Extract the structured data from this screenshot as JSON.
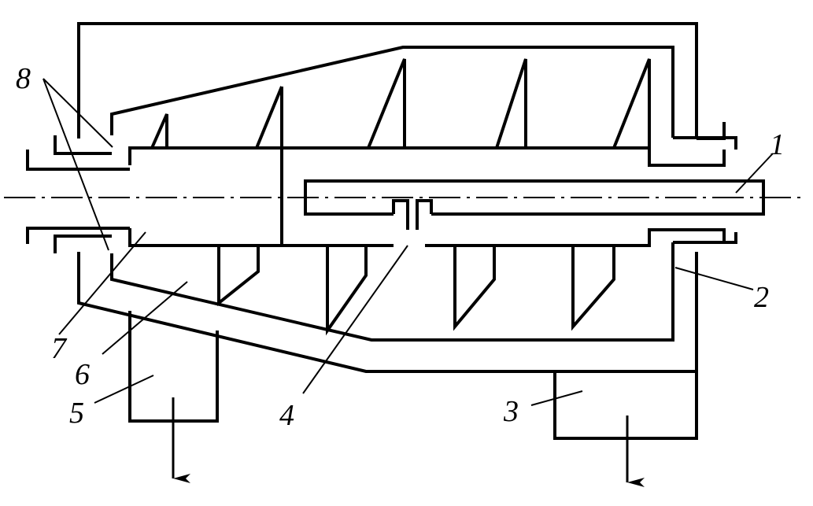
{
  "diagram": {
    "stroke_color": "#000000",
    "background": "#ffffff",
    "labels": [
      {
        "id": "1",
        "text": "1"
      },
      {
        "id": "2",
        "text": "2"
      },
      {
        "id": "3",
        "text": "3"
      },
      {
        "id": "4",
        "text": "4"
      },
      {
        "id": "5",
        "text": "5"
      },
      {
        "id": "6",
        "text": "6"
      },
      {
        "id": "7",
        "text": "7"
      },
      {
        "id": "8",
        "text": "8"
      }
    ]
  }
}
